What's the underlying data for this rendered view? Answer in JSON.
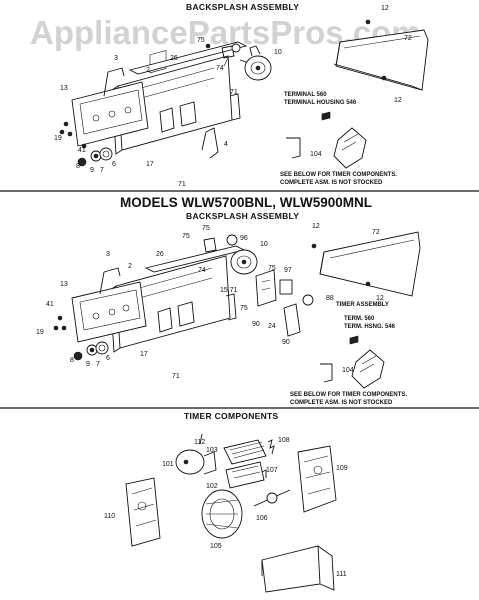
{
  "watermark": "AppliancePartsPros.com",
  "sections": {
    "top": {
      "title": "BACKSPLASH ASSEMBLY"
    },
    "middle": {
      "models_title": "MODELS WLW5700BNL, WLW5900MNL",
      "title": "BACKSPLASH ASSEMBLY"
    },
    "bottom": {
      "title": "TIMER COMPONENTS"
    }
  },
  "notes": {
    "top_terminal_1": "TERMINAL 560",
    "top_terminal_2": "TERMINAL HOUSING 546",
    "top_see_below_1": "SEE BELOW FOR TIMER COMPONENTS.",
    "top_see_below_2": "COMPLETE ASM. IS NOT STOCKED",
    "mid_timer_assembly": "TIMER ASSEMBLY",
    "mid_term_1": "TERM. 560",
    "mid_term_2": "TERM. HSNG. 546",
    "mid_see_below_1": "SEE BELOW FOR TIMER COMPONENTS.",
    "mid_see_below_2": "COMPLETE ASM. IS NOT STOCKED"
  },
  "callouts": {
    "top": [
      "12",
      "72",
      "75",
      "74",
      "10",
      "3",
      "2",
      "26",
      "13",
      "71",
      "4",
      "19",
      "41",
      "8",
      "9",
      "7",
      "6",
      "17",
      "71",
      "104",
      "12"
    ],
    "middle": [
      "12",
      "72",
      "75",
      "75",
      "96",
      "74",
      "10",
      "3",
      "2",
      "26",
      "15,71",
      "75",
      "97",
      "88",
      "75",
      "90",
      "24",
      "90",
      "13",
      "41",
      "19",
      "8",
      "9",
      "7",
      "6",
      "17",
      "71",
      "12",
      "104"
    ],
    "bottom": [
      "112",
      "101",
      "103",
      "108",
      "102",
      "107",
      "109",
      "110",
      "106",
      "105",
      "111"
    ]
  }
}
